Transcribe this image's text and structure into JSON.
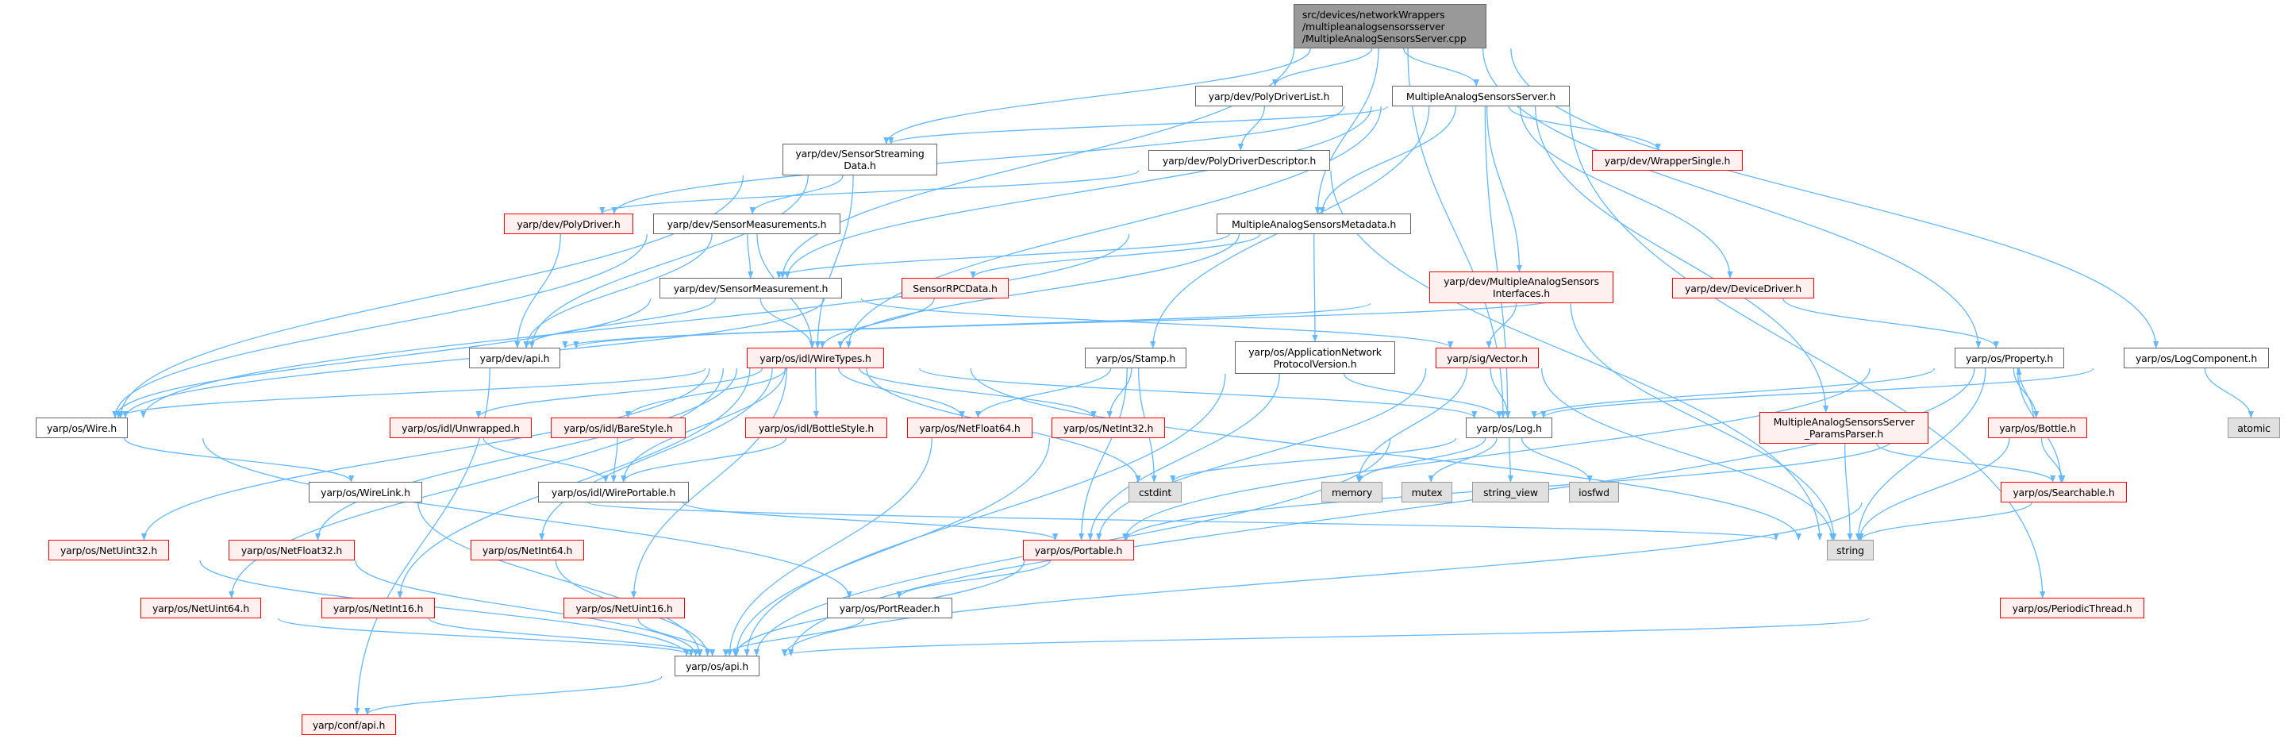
{
  "graph": {
    "nodes": {
      "root": "src/devices/networkWrappers\n/multipleanalogsensorsserver\n/MultipleAnalogSensorsServer.cpp",
      "pdl": "yarp/dev/PolyDriverList.h",
      "mass": "MultipleAnalogSensorsServer.h",
      "ssd": "yarp/dev/SensorStreaming\nData.h",
      "pdd": "yarp/dev/PolyDriverDescriptor.h",
      "ws": "yarp/dev/WrapperSingle.h",
      "pd": "yarp/dev/PolyDriver.h",
      "sms": "yarp/dev/SensorMeasurements.h",
      "masm": "MultipleAnalogSensorsMetadata.h",
      "sm": "yarp/dev/SensorMeasurement.h",
      "rpc": "SensorRPCData.h",
      "masi": "yarp/dev/MultipleAnalogSensors\nInterfaces.h",
      "dd": "yarp/dev/DeviceDriver.h",
      "devapi": "yarp/dev/api.h",
      "wt": "yarp/os/idl/WireTypes.h",
      "stamp": "yarp/os/Stamp.h",
      "anpv": "yarp/os/ApplicationNetwork\nProtocolVersion.h",
      "vec": "yarp/sig/Vector.h",
      "prop": "yarp/os/Property.h",
      "logc": "yarp/os/LogComponent.h",
      "wire": "yarp/os/Wire.h",
      "unw": "yarp/os/idl/Unwrapped.h",
      "bare": "yarp/os/idl/BareStyle.h",
      "bstyle": "yarp/os/idl/BottleStyle.h",
      "nf64": "yarp/os/NetFloat64.h",
      "ni32": "yarp/os/NetInt32.h",
      "log": "yarp/os/Log.h",
      "ppar": "MultipleAnalogSensorsServer\n_ParamsParser.h",
      "bottle": "yarp/os/Bottle.h",
      "atomic": "atomic",
      "wirelink": "yarp/os/WireLink.h",
      "wp": "yarp/os/idl/WirePortable.h",
      "cstdint": "cstdint",
      "memory": "memory",
      "mutex": "mutex",
      "sv": "string_view",
      "iosfwd": "iosfwd",
      "search": "yarp/os/Searchable.h",
      "nu32": "yarp/os/NetUint32.h",
      "nf32": "yarp/os/NetFloat32.h",
      "ni64": "yarp/os/NetInt64.h",
      "portable": "yarp/os/Portable.h",
      "string": "string",
      "nu64": "yarp/os/NetUint64.h",
      "ni16": "yarp/os/NetInt16.h",
      "nu16": "yarp/os/NetUint16.h",
      "portreader": "yarp/os/PortReader.h",
      "pt": "yarp/os/PeriodicThread.h",
      "osapi": "yarp/os/api.h",
      "conf": "yarp/conf/api.h"
    },
    "edges": [
      [
        "root",
        "ssd"
      ],
      [
        "root",
        "pdl"
      ],
      [
        "root",
        "mass"
      ],
      [
        "root",
        "masm"
      ],
      [
        "root",
        "sm"
      ],
      [
        "root",
        "log"
      ],
      [
        "root",
        "prop"
      ],
      [
        "root",
        "logc"
      ],
      [
        "pdl",
        "pdd"
      ],
      [
        "pdd",
        "pd"
      ],
      [
        "pdd",
        "string"
      ],
      [
        "mass",
        "ssd"
      ],
      [
        "mass",
        "pd"
      ],
      [
        "mass",
        "sm"
      ],
      [
        "mass",
        "wt"
      ],
      [
        "mass",
        "masm"
      ],
      [
        "mass",
        "stamp"
      ],
      [
        "mass",
        "masi"
      ],
      [
        "mass",
        "ws"
      ],
      [
        "mass",
        "dd"
      ],
      [
        "mass",
        "ppar"
      ],
      [
        "mass",
        "pt"
      ],
      [
        "mass",
        "log"
      ],
      [
        "ssd",
        "sms"
      ],
      [
        "ssd",
        "devapi"
      ],
      [
        "ssd",
        "wire"
      ],
      [
        "ssd",
        "wt"
      ],
      [
        "pd",
        "devapi"
      ],
      [
        "sms",
        "sm"
      ],
      [
        "sms",
        "devapi"
      ],
      [
        "sms",
        "wt"
      ],
      [
        "sms",
        "wire"
      ],
      [
        "sm",
        "devapi"
      ],
      [
        "sm",
        "wt"
      ],
      [
        "sm",
        "wire"
      ],
      [
        "sm",
        "vec"
      ],
      [
        "masm",
        "rpc"
      ],
      [
        "masm",
        "wt"
      ],
      [
        "masm",
        "anpv"
      ],
      [
        "masm",
        "wire"
      ],
      [
        "masm",
        "sm"
      ],
      [
        "rpc",
        "wt"
      ],
      [
        "rpc",
        "wire"
      ],
      [
        "masi",
        "devapi"
      ],
      [
        "masi",
        "vec"
      ],
      [
        "masi",
        "string"
      ],
      [
        "dd",
        "prop"
      ],
      [
        "dd",
        "devapi"
      ],
      [
        "devapi",
        "conf"
      ],
      [
        "wt",
        "wire"
      ],
      [
        "wt",
        "unw"
      ],
      [
        "wt",
        "bare"
      ],
      [
        "wt",
        "bstyle"
      ],
      [
        "wt",
        "nf64"
      ],
      [
        "wt",
        "ni32"
      ],
      [
        "wt",
        "wp"
      ],
      [
        "wt",
        "nu32"
      ],
      [
        "wt",
        "nf32"
      ],
      [
        "wt",
        "ni64"
      ],
      [
        "wt",
        "nu64"
      ],
      [
        "wt",
        "ni16"
      ],
      [
        "wt",
        "nu16"
      ],
      [
        "wt",
        "log"
      ],
      [
        "wt",
        "string"
      ],
      [
        "wt",
        "cstdint"
      ],
      [
        "stamp",
        "ni32"
      ],
      [
        "stamp",
        "nf64"
      ],
      [
        "stamp",
        "cstdint"
      ],
      [
        "stamp",
        "portable"
      ],
      [
        "anpv",
        "log"
      ],
      [
        "anpv",
        "portable"
      ],
      [
        "anpv",
        "osapi"
      ],
      [
        "vec",
        "log"
      ],
      [
        "vec",
        "memory"
      ],
      [
        "vec",
        "portable"
      ],
      [
        "vec",
        "string"
      ],
      [
        "log",
        "cstdint"
      ],
      [
        "log",
        "memory"
      ],
      [
        "log",
        "mutex"
      ],
      [
        "log",
        "sv"
      ],
      [
        "log",
        "iosfwd"
      ],
      [
        "log",
        "osapi"
      ],
      [
        "prop",
        "log"
      ],
      [
        "prop",
        "string"
      ],
      [
        "prop",
        "bottle"
      ],
      [
        "prop",
        "search"
      ],
      [
        "prop",
        "portable"
      ],
      [
        "logc",
        "log"
      ],
      [
        "logc",
        "atomic"
      ],
      [
        "logc",
        "osapi"
      ],
      [
        "bottle",
        "prop"
      ],
      [
        "bottle",
        "search"
      ],
      [
        "bottle",
        "string"
      ],
      [
        "bottle",
        "portable"
      ],
      [
        "ppar",
        "string"
      ],
      [
        "ppar",
        "search"
      ],
      [
        "search",
        "string"
      ],
      [
        "search",
        "osapi"
      ],
      [
        "pt",
        "osapi"
      ],
      [
        "unw",
        "wp"
      ],
      [
        "bare",
        "wp"
      ],
      [
        "bstyle",
        "wp"
      ],
      [
        "wp",
        "portable"
      ],
      [
        "wire",
        "wirelink"
      ],
      [
        "wire",
        "portreader"
      ],
      [
        "wirelink",
        "string"
      ],
      [
        "wirelink",
        "osapi"
      ],
      [
        "nu32",
        "osapi"
      ],
      [
        "nu64",
        "osapi"
      ],
      [
        "nf32",
        "osapi"
      ],
      [
        "ni16",
        "osapi"
      ],
      [
        "ni64",
        "osapi"
      ],
      [
        "nu16",
        "osapi"
      ],
      [
        "nf64",
        "osapi"
      ],
      [
        "ni32",
        "osapi"
      ],
      [
        "portable",
        "portreader"
      ],
      [
        "portable",
        "osapi"
      ],
      [
        "portreader",
        "osapi"
      ],
      [
        "osapi",
        "conf"
      ]
    ],
    "edge_color": "#63B8FF"
  }
}
